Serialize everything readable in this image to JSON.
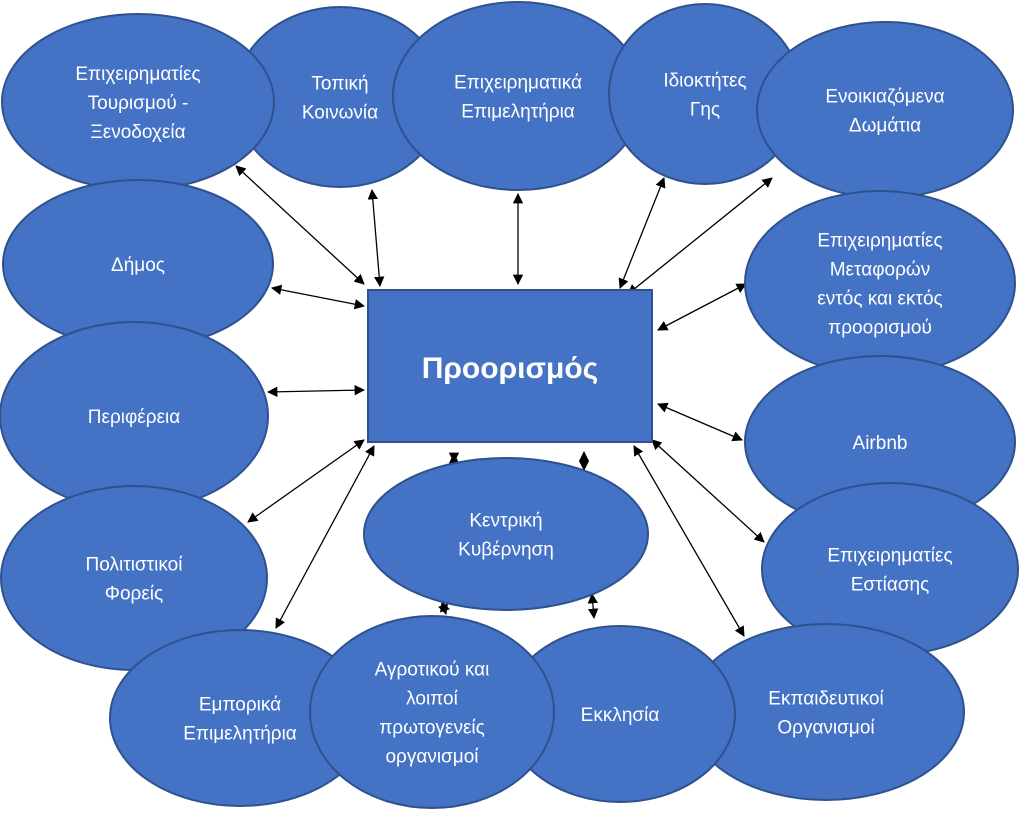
{
  "center": {
    "label": "Προορισμός"
  },
  "nodes": [
    {
      "id": "local-community",
      "lines": [
        "Τοπική",
        "Κοινωνία"
      ]
    },
    {
      "id": "business-chambers",
      "lines": [
        "Επιχειρηματικά",
        "Επιμελητήρια"
      ]
    },
    {
      "id": "tourism-businesses",
      "lines": [
        "Επιχειρηματίες",
        "Τουρισμού -",
        "Ξενοδοχεία"
      ]
    },
    {
      "id": "landowners",
      "lines": [
        "Ιδιοκτήτες",
        "Γης"
      ]
    },
    {
      "id": "rented-rooms",
      "lines": [
        "Ενοικιαζόμενα",
        "Δωμάτια"
      ]
    },
    {
      "id": "municipality",
      "lines": [
        "Δήμος"
      ]
    },
    {
      "id": "transport-businesses",
      "lines": [
        "Επιχειρηματίες",
        "Μεταφορών",
        "εντός και εκτός",
        "προορισμού"
      ]
    },
    {
      "id": "region",
      "lines": [
        "Περιφέρεια"
      ]
    },
    {
      "id": "airbnb",
      "lines": [
        "Airbnb"
      ]
    },
    {
      "id": "cultural-bodies",
      "lines": [
        "Πολιτιστικοί",
        "Φορείς"
      ]
    },
    {
      "id": "central-government",
      "lines": [
        "Κεντρική",
        "Κυβέρνηση"
      ]
    },
    {
      "id": "food-businesses",
      "lines": [
        "Επιχειρηματίες",
        "Εστίασης"
      ]
    },
    {
      "id": "commercial-chambers",
      "lines": [
        "Εμπορικά",
        "Επιμελητήρια"
      ]
    },
    {
      "id": "education-organizations",
      "lines": [
        "Εκπαιδευτικοί",
        "Οργανισμοί"
      ]
    },
    {
      "id": "church",
      "lines": [
        "Εκκλησία"
      ]
    },
    {
      "id": "agricultural-organizations",
      "lines": [
        "Αγροτικού και",
        "λοιποί",
        "πρωτογενείς",
        "οργανισμοί"
      ]
    }
  ]
}
